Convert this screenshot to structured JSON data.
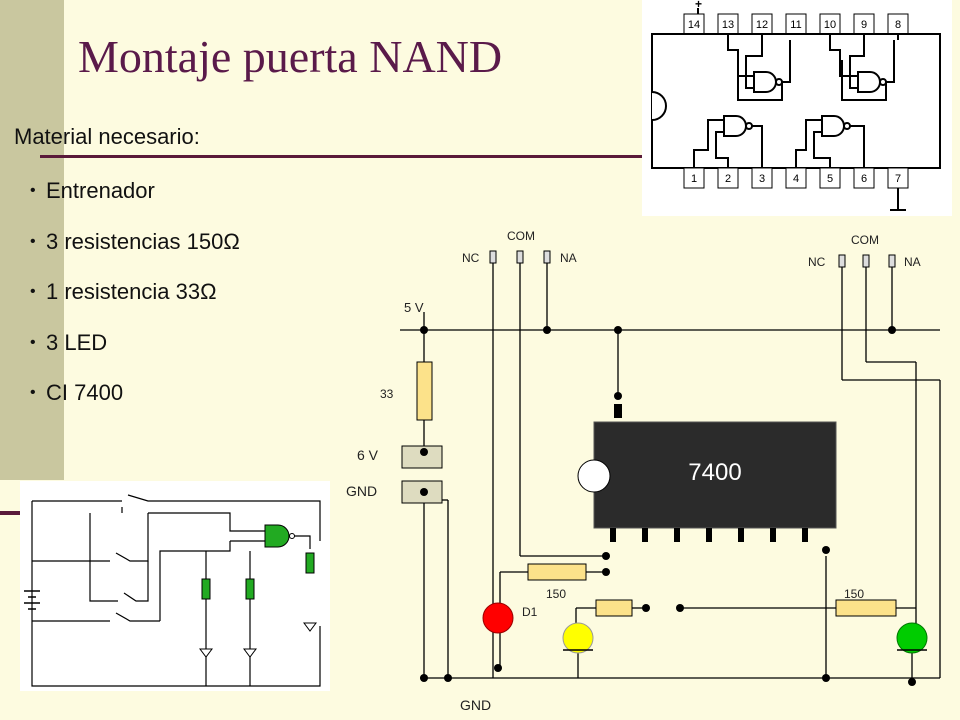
{
  "slide": {
    "title": "Montaje puerta NAND",
    "subtitle": "Material necesario:",
    "materials": [
      "Entrenador",
      "3 resistencias 150Ω",
      "1 resistencia 33Ω",
      "3 LED",
      "CI 7400"
    ]
  },
  "pinout": {
    "top_pins": [
      "14",
      "13",
      "12",
      "11",
      "10",
      "9",
      "8"
    ],
    "bottom_pins": [
      "1",
      "2",
      "3",
      "4",
      "5",
      "6",
      "7"
    ],
    "plus_mark": "+"
  },
  "wiring": {
    "com_left": "COM",
    "nc_left": "NC",
    "na_left": "NA",
    "com_right": "COM",
    "nc_right": "NC",
    "na_right": "NA",
    "v5": "5 V",
    "r33": "33",
    "v6": "6 V",
    "gnd_terminal": "GND",
    "chip": "7400",
    "r150_left": "150",
    "r150_right": "150",
    "led_label": "D1",
    "gnd_bottom": "GND"
  },
  "colors": {
    "title": "#5a1a4a",
    "resistor": "#fce28a",
    "led_red": "#ff0000",
    "led_yellow": "#ffff00",
    "led_green": "#00cc00",
    "chip": "#2b2b2b"
  }
}
